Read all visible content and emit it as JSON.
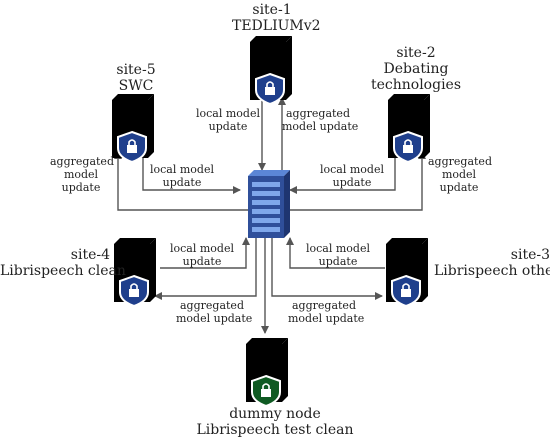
{
  "colors": {
    "server_blue": "#2f4f9a",
    "server_blue_dark": "#1e3570",
    "server_blue_light": "#5b86d6",
    "shield": "#1f3f8c",
    "dummy_green": "#1d8a3c",
    "dummy_green_dark": "#0f5a22",
    "arrow": "#555555"
  },
  "icons": [
    "server-shield-icon",
    "central-server-icon"
  ],
  "sites": {
    "site1": {
      "name": "site-1",
      "dataset": "TEDLIUMv2"
    },
    "site2": {
      "name": "site-2",
      "dataset_line1": "Debating",
      "dataset_line2": "technologies"
    },
    "site3": {
      "name": "site-3",
      "dataset": "Librispeech other"
    },
    "site4": {
      "name": "site-4",
      "dataset": "Librispeech clean"
    },
    "site5": {
      "name": "site-5",
      "dataset": "SWC"
    },
    "dummy": {
      "name": "dummy node",
      "dataset": "Librispeech test clean"
    }
  },
  "edges": {
    "local_line1": "local model",
    "local_line2": "update",
    "agg_line1": "aggregated",
    "agg_line2": "model update",
    "agg_split_line1": "aggregated",
    "agg_split_line2": "model",
    "agg_split_line3": "update"
  }
}
